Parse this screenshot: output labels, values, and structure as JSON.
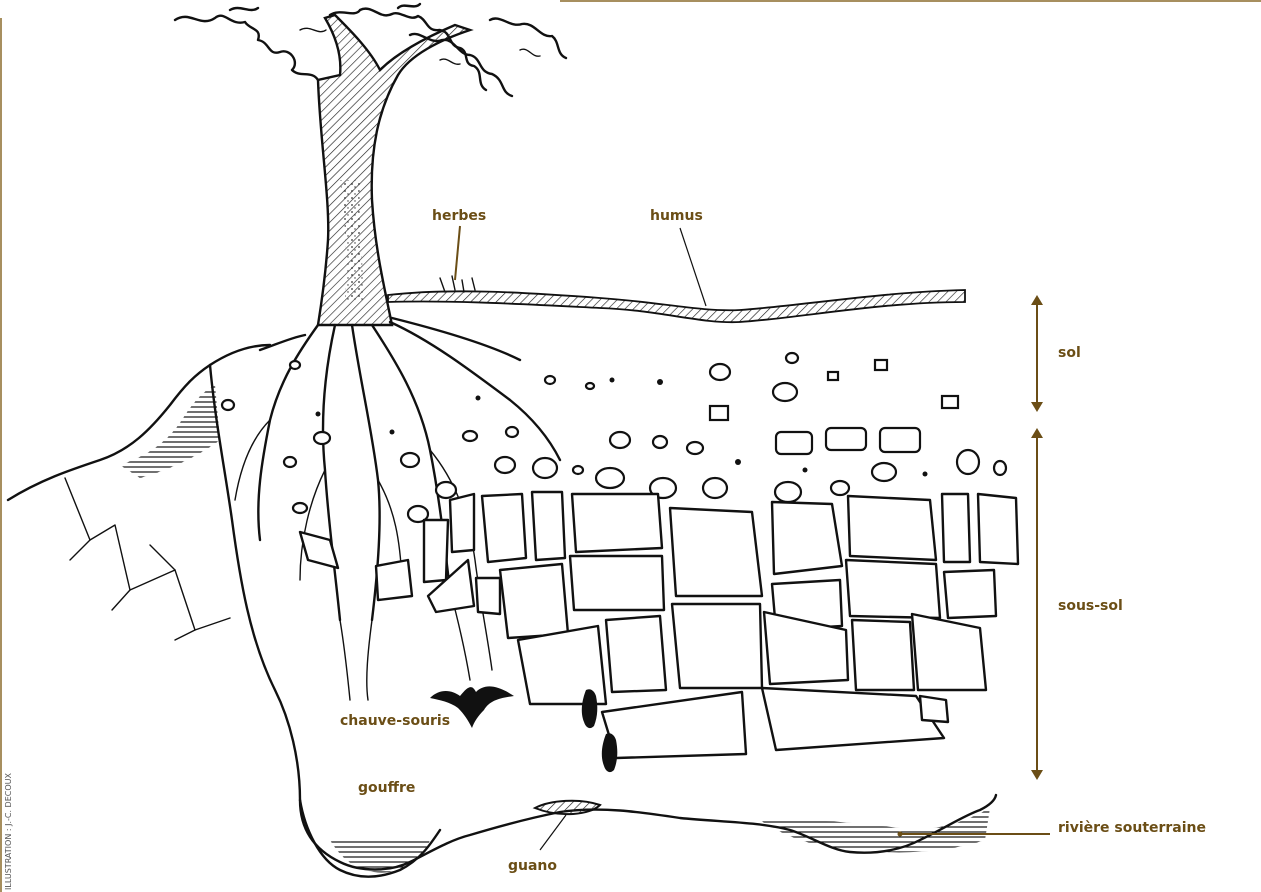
{
  "labels": {
    "herbes": "herbes",
    "humus": "humus",
    "sol": "sol",
    "sous_sol": "sous-sol",
    "chauve_souris": "chauve-souris",
    "gouffre": "gouffre",
    "guano": "guano",
    "riviere": "rivière souterraine"
  },
  "credit": "ILLUSTRATION : J.-C. DECOUX",
  "colors": {
    "label": "#6b4e16",
    "frame": "#8a6a2a",
    "ink": "#111111"
  }
}
